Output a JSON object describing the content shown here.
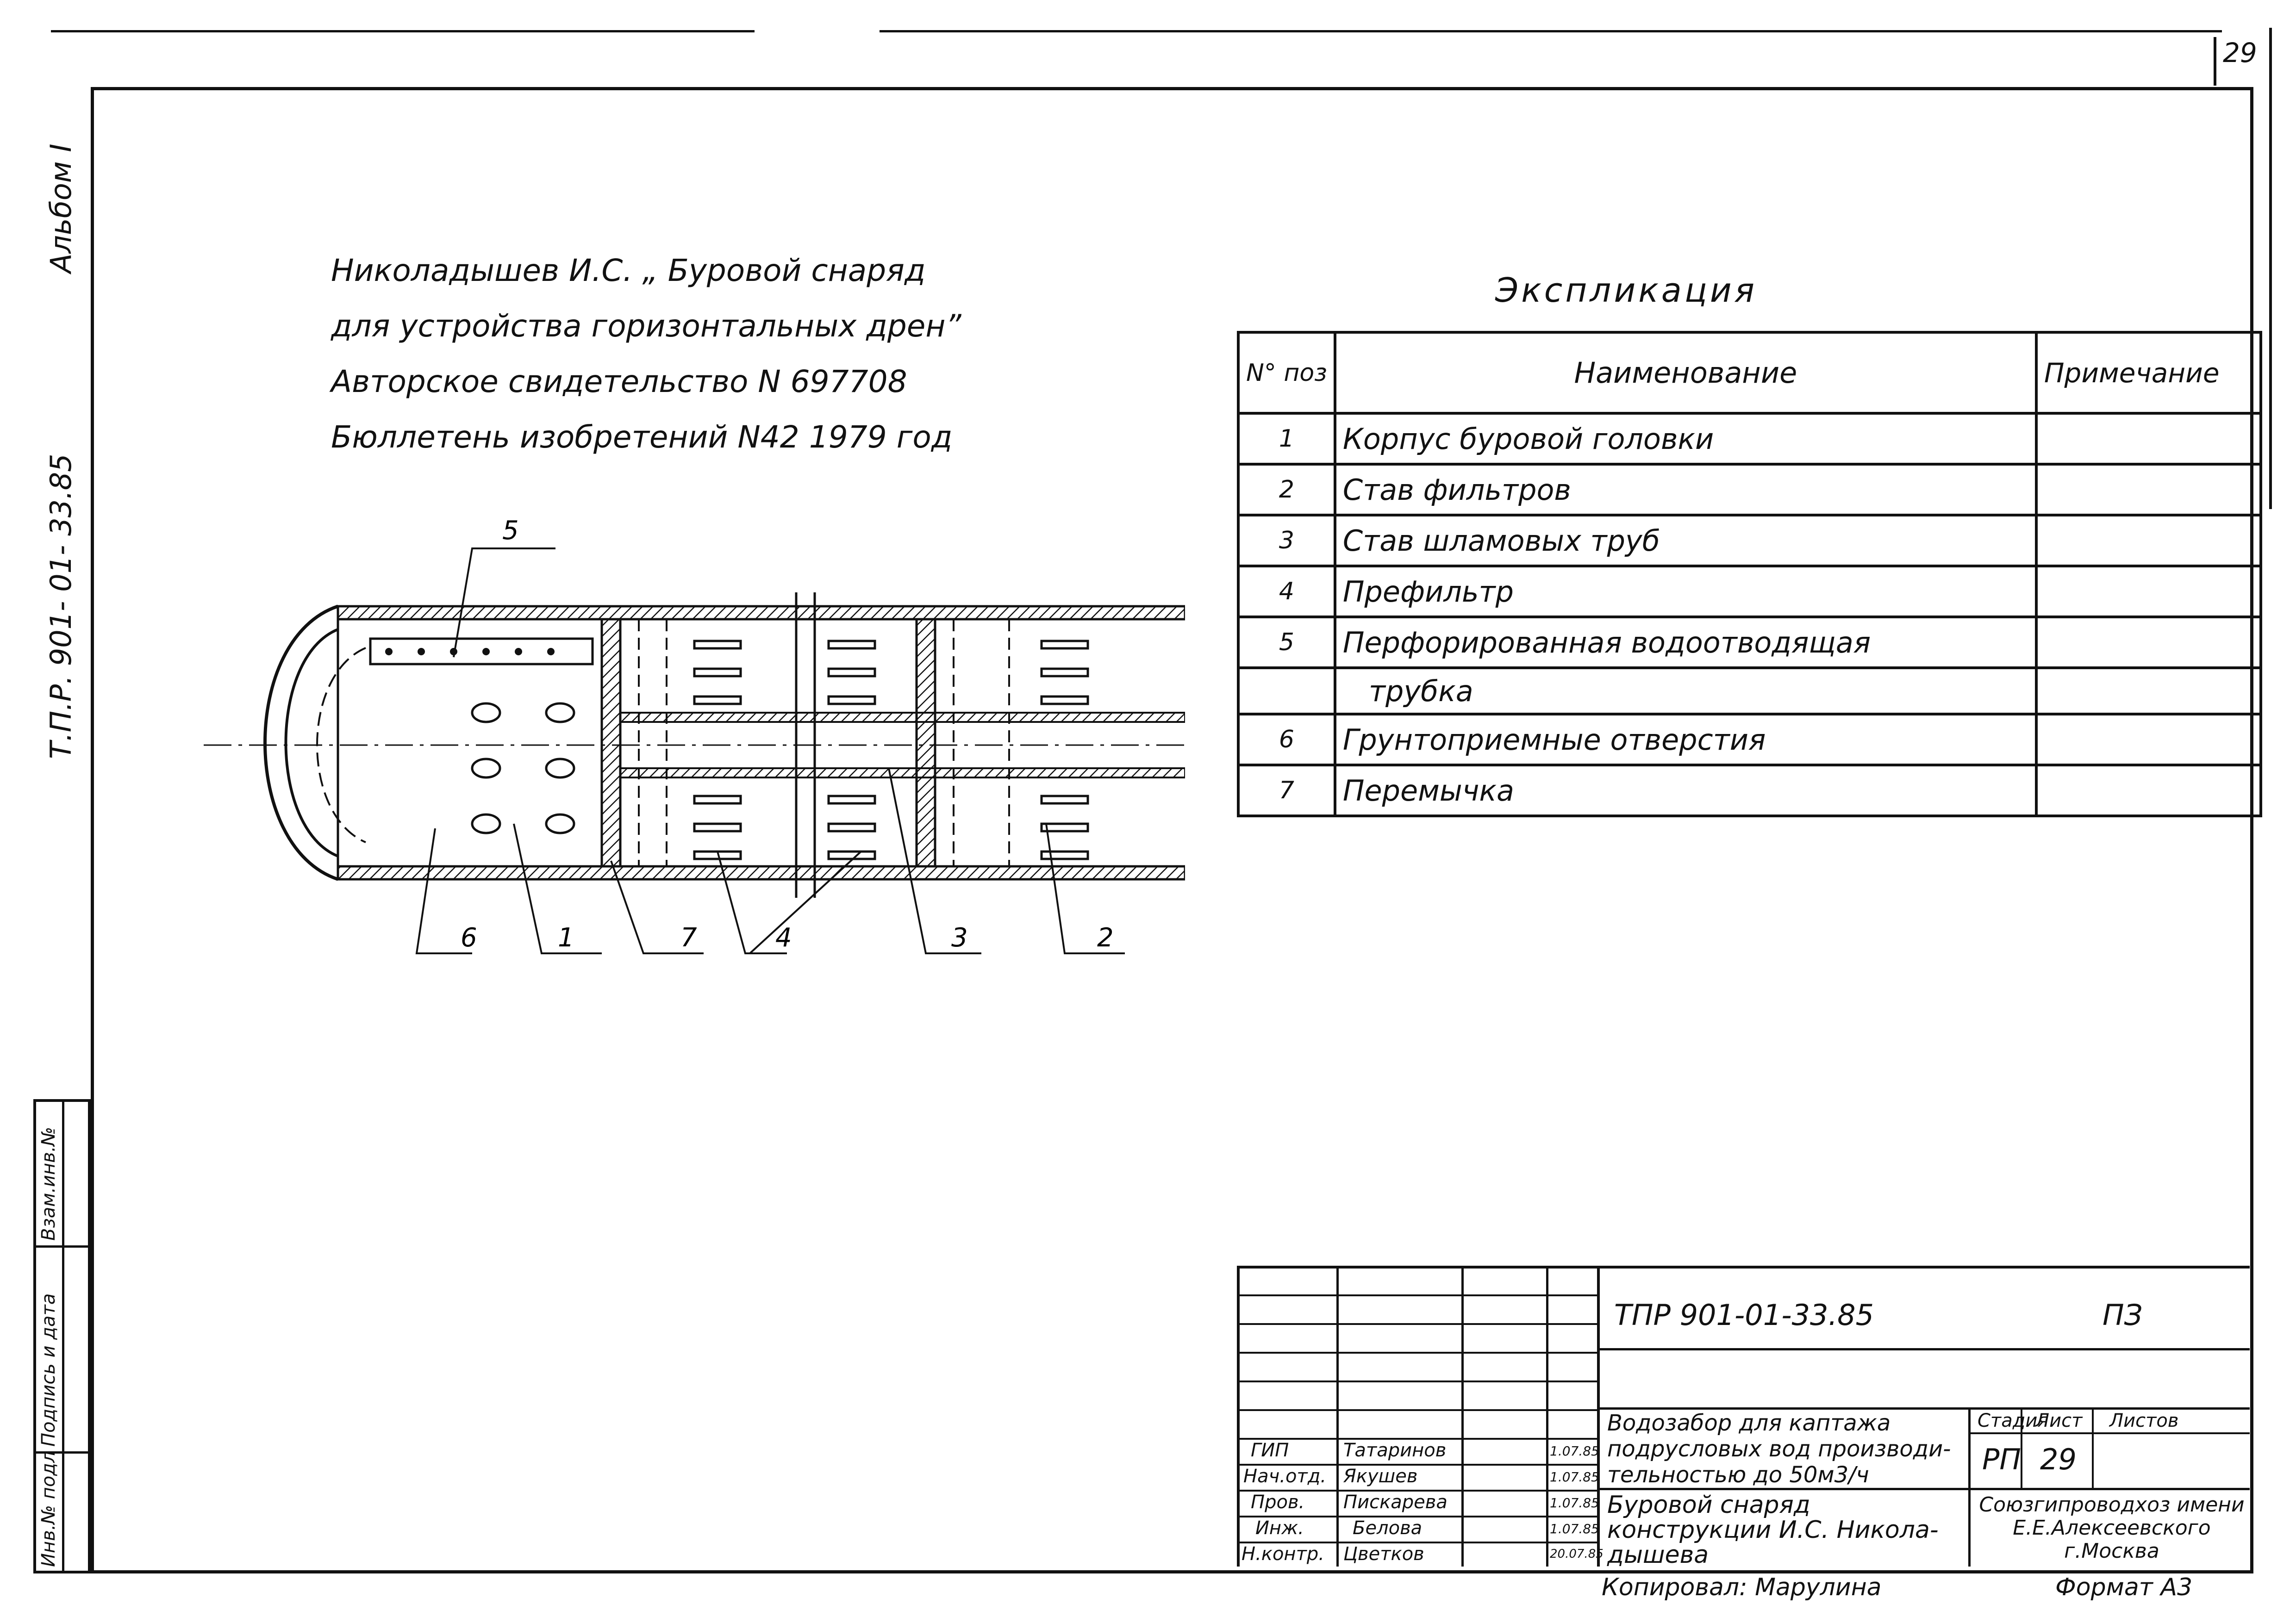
{
  "sheet_corner_number": "29",
  "side_labels": {
    "album": "Альбом I",
    "code": "Т.П.Р. 901- 01- 33.85"
  },
  "stamp_columns": [
    "Инв.№ подл",
    "Подпись и дата",
    "Взам.инв.№"
  ],
  "author_note": {
    "line1": "Николадышев  И.С.   „ Буровой снаряд",
    "line2": "для  устройства  горизонтальных  дрен”",
    "line3": "Авторское  свидетельство  N 697708",
    "line4": "Бюллетень  изобретений   N42  1979 год"
  },
  "drawing": {
    "callouts": [
      "5",
      "6",
      "1",
      "7",
      "4",
      "3",
      "2"
    ]
  },
  "explication": {
    "title": "Экспликация",
    "headers": {
      "num": "N° поз",
      "name": "Наименование",
      "note": "Примечание"
    },
    "rows": [
      {
        "num": "1",
        "name": "Корпус буровой головки",
        "note": ""
      },
      {
        "num": "2",
        "name": "Став фильтров",
        "note": ""
      },
      {
        "num": "3",
        "name": "Став шламовых труб",
        "note": ""
      },
      {
        "num": "4",
        "name": "Префильтр",
        "note": ""
      },
      {
        "num": "5",
        "name": "Перфорированная водоотводящая",
        "note": ""
      },
      {
        "num": "",
        "name": "трубка",
        "note": ""
      },
      {
        "num": "6",
        "name": "Грунтоприемные отверстия",
        "note": ""
      },
      {
        "num": "7",
        "name": "Перемычка",
        "note": ""
      }
    ]
  },
  "title_block": {
    "doc_code": "ТПР 901-01-33.85",
    "doc_type": "ПЗ",
    "project_title": "Водозабор для каптажа подрусловых вод производи- тельностью  до 50м3/ч",
    "sheet_title": "Буровой снаряд конструкции И.С. Никола- дышева",
    "organization": "Союзгипроводхоз имени Е.Е.Алексеевского г.Москва",
    "stage_label": "Стадия",
    "sheet_label": "Лист",
    "sheets_label": "Листов",
    "stage": "РП",
    "sheet": "29",
    "staff": [
      {
        "role": "ГИП",
        "name": "Татаринов",
        "date": "1.07.85"
      },
      {
        "role": "Нач.отд.",
        "name": "Якушев",
        "date": "1.07.85"
      },
      {
        "role": "Пров.",
        "name": "Пискарева",
        "date": "1.07.85"
      },
      {
        "role": "Инж.",
        "name": "Белова",
        "date": "1.07.85"
      },
      {
        "role": "Н.контр.",
        "name": "Цветков",
        "date": "20.07.85"
      }
    ]
  },
  "footer": {
    "copied_by": "Копировал: Марулина",
    "format": "Формат А3"
  }
}
